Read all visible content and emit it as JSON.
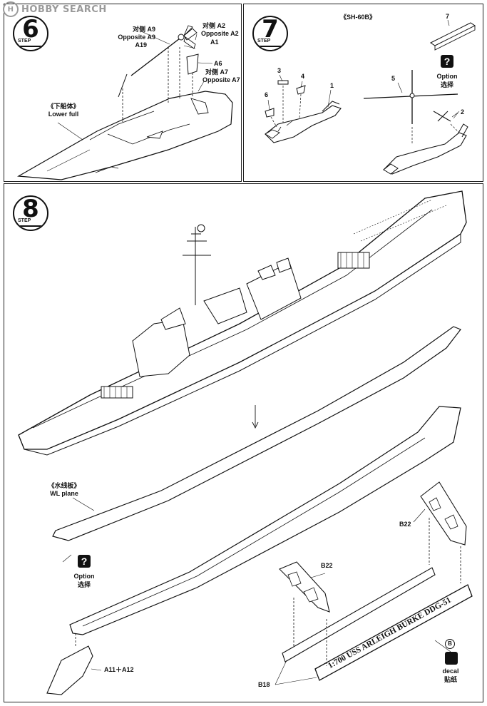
{
  "watermark": {
    "logo_glyph": "H",
    "text": "HOBBY SEARCH"
  },
  "step_word": "STEP",
  "step6": {
    "number": "6",
    "labels": {
      "a9": "对侧 A9",
      "opp_a9": "Opposite A9",
      "a19": "A19",
      "a2": "对侧 A2",
      "opp_a2": "Opposite A2",
      "a1": "A1",
      "a6": "A6",
      "a7": "对侧 A7",
      "opp_a7": "Opposite A7",
      "lower_cn": "《下船体》",
      "lower_en": "Lower full"
    }
  },
  "step7": {
    "number": "7",
    "title": "《SH-60B》",
    "parts": [
      "1",
      "2",
      "3",
      "4",
      "5",
      "6",
      "7"
    ],
    "option_glyph": "?",
    "option_en": "Option",
    "option_cn": "选择"
  },
  "step8": {
    "number": "8",
    "wl_cn": "《水线板》",
    "wl_en": "WL plane",
    "option_glyph": "?",
    "option_en": "Option",
    "option_cn": "选择",
    "b22_right": "B22",
    "b22_left": "B22",
    "b18": "B18",
    "a11_a12": "A11＋A12",
    "nameplate": "1:700 USS ARLEIGH BURKE DDG-51",
    "decal_mark": "B",
    "decal_en": "decal",
    "decal_cn": "贴纸"
  }
}
